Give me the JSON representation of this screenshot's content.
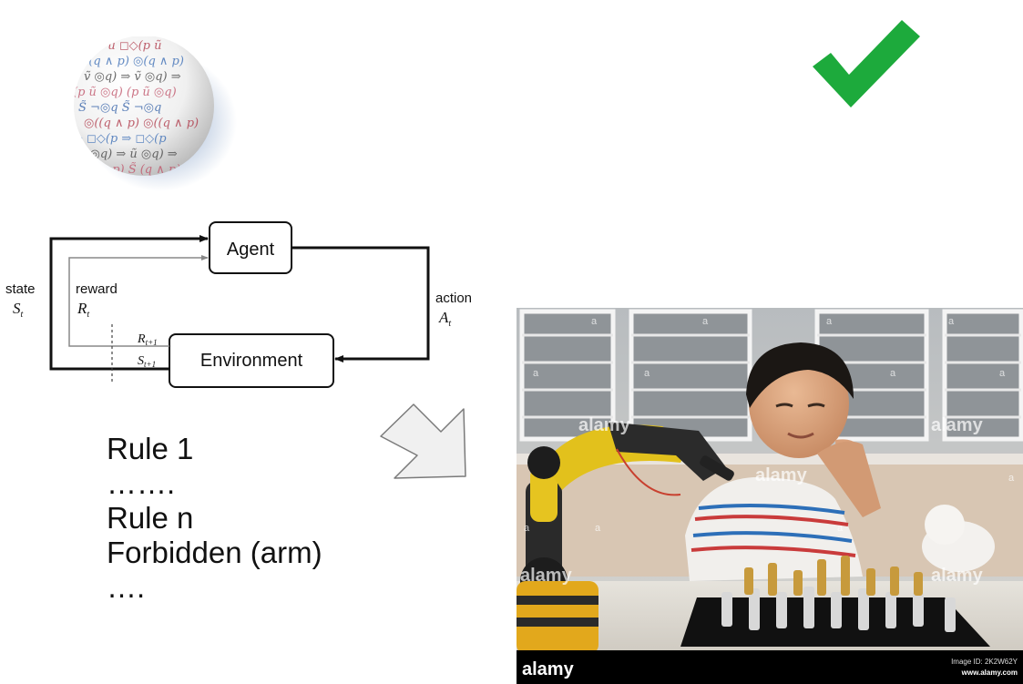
{
  "diagram": {
    "agent_label": "Agent",
    "environment_label": "Environment",
    "state_label": "state",
    "state_symbol": "S",
    "state_sub": "t",
    "reward_label": "reward",
    "reward_symbol": "R",
    "reward_sub": "t",
    "action_label": "action",
    "action_symbol": "A",
    "action_sub": "t",
    "next_reward_symbol": "R",
    "next_reward_sub": "t+1",
    "next_state_symbol": "S",
    "next_state_sub": "t+1"
  },
  "rules": [
    "Rule 1",
    "…….",
    "Rule n",
    "Forbidden (arm)",
    "…."
  ],
  "photo": {
    "watermarks": [
      "a",
      "alamy"
    ],
    "footer_brand": "alamy",
    "footer_id": "Image ID: 2K2W62Y",
    "footer_url": "www.alamy.com"
  },
  "sphere_glyphs": [
    "◻◇(p ũ",
    "◎(q ∧ p)",
    "ṽ ◎q) ⇒",
    "(p ũ ◎q)",
    "S̃ ¬◎q",
    "◎((q ∧ p)",
    "⇒ ◻◇(p",
    "ũ ◎q) ⇒",
    "(q ∧ p) S̃"
  ],
  "colors": {
    "check": "#1daa3c",
    "diagram_stroke": "#111111",
    "thin_arrow": "#888888",
    "arrow_fill": "#f0f0f0",
    "arrow_stroke": "#7a7a7a",
    "photo_footer": "#000000"
  },
  "icons": {
    "check": "checkmark-icon",
    "sphere": "logic-sphere",
    "arrow": "down-right-arrow-icon"
  }
}
